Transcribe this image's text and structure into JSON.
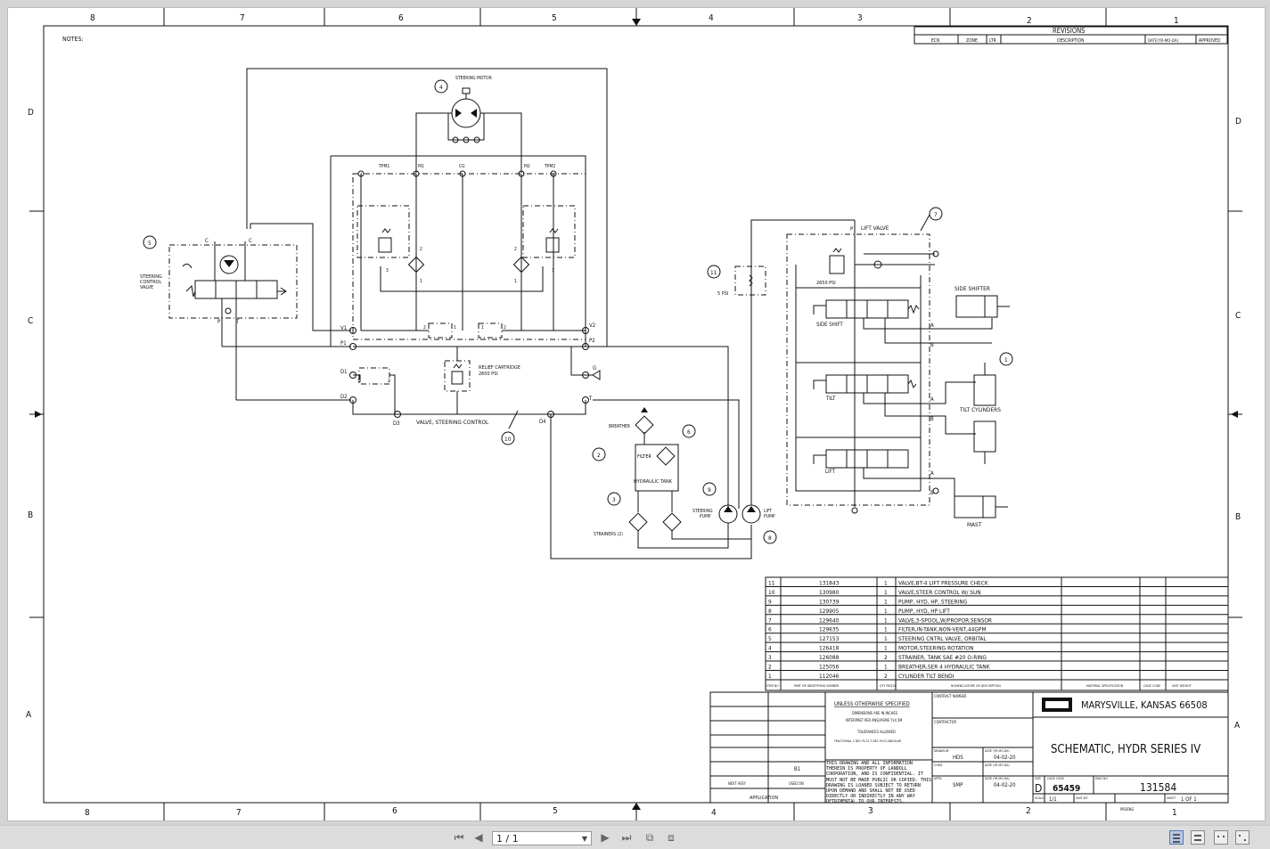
{
  "viewer": {
    "page_indicator": "1 / 1",
    "buttons": [
      "first-page",
      "previous-page",
      "next-page",
      "last-page",
      "fit-width",
      "fit-page"
    ],
    "view_modes": [
      "single-page",
      "continuous",
      "two-page",
      "two-page-continuous"
    ]
  },
  "drawing": {
    "notes_label": "NOTES:",
    "zone_top": [
      "8",
      "7",
      "6",
      "5",
      "4",
      "3",
      "2",
      "1"
    ],
    "zone_side": [
      "D",
      "C",
      "B",
      "A"
    ],
    "revisions": {
      "title": "REVISIONS",
      "headers": [
        "ECN",
        "ZONE",
        "LTR",
        "DESCRIPTION",
        "DATE(YR-MO-DA)",
        "APPROVED"
      ]
    },
    "labels": {
      "steering_motor": "STEERING MOTOR",
      "steering_control_valve": "STEERING\nCONTROL\nVALVE",
      "tpm1": "TPM1",
      "m1": "M1",
      "cg": "CG",
      "m2": "M2",
      "tpm2": "TPM2",
      "v1": "V1",
      "p1": "P1",
      "d1": "D1",
      "d2": "D2",
      "d3": "D3",
      "d4": "D4",
      "v2": "V2",
      "p2": "P2",
      "g": "G",
      "t": "T",
      "relief": "RELIEF CARTRIDGE",
      "relief_psi": "2600 PSI",
      "valve_steering_control": "VALVE, STEERING CONTROL",
      "breather": "BREATHER",
      "filter": "FILTER",
      "hydraulic_tank": "HYDRAULIC TANK",
      "strainers": "STRAINERS (2)",
      "steering_pump": "STEERING\nPUMP",
      "lift_pump": "LIFT\nPUMP",
      "five_psi": "5 PSI",
      "lift_valve": "LIFT VALVE",
      "psi_2650": "2650 PSI",
      "side_shift": "SIDE SHIFT",
      "tilt": "TILT",
      "lift": "LIFT",
      "side_shifter": "SIDE SHIFTER",
      "tilt_cylinders": "TILT CYLINDERS",
      "mast": "MAST",
      "a": "A",
      "b": "B",
      "c": "C",
      "p": "P"
    },
    "callouts": [
      "1",
      "2",
      "3",
      "4",
      "5",
      "6",
      "7",
      "8",
      "9",
      "10",
      "11"
    ],
    "bom": {
      "rows": [
        {
          "item": "11",
          "part": "131843",
          "qty": "1",
          "desc": "VALVE,BT-4 LIFT PRESSURE CHECK"
        },
        {
          "item": "10",
          "part": "130980",
          "qty": "1",
          "desc": "VALVE,STEER CONTROL W/ SUN"
        },
        {
          "item": "9",
          "part": "130739",
          "qty": "1",
          "desc": "PUMP, HYD, HP, STEERING"
        },
        {
          "item": "8",
          "part": "129905",
          "qty": "1",
          "desc": "PUMP, HYD, HP LIFT"
        },
        {
          "item": "7",
          "part": "129640",
          "qty": "1",
          "desc": "VALVE,3-SPOOL,W/PROPOR.SENSOR"
        },
        {
          "item": "6",
          "part": "129635",
          "qty": "1",
          "desc": "FILTER,IN-TANK,NON-VENT,44GPM"
        },
        {
          "item": "5",
          "part": "127153",
          "qty": "1",
          "desc": "STEERING CNTRL VALVE, ORBITAL"
        },
        {
          "item": "4",
          "part": "126418",
          "qty": "1",
          "desc": "MOTOR,STEERING ROTATION"
        },
        {
          "item": "3",
          "part": "126088",
          "qty": "2",
          "desc": "STRAINER, TANK SAE #20 O-RING"
        },
        {
          "item": "2",
          "part": "125056",
          "qty": "1",
          "desc": "BREATHER,SER 4 HYDRAULIC TANK"
        },
        {
          "item": "1",
          "part": "112046",
          "qty": "2",
          "desc": "CYLINDER TILT BENDI"
        }
      ],
      "headers": [
        "ITEM NO",
        "PART OR IDENTIFYING NUMBER",
        "QTY REQ'D",
        "NOMENCLATURE OR DESCRIPTION",
        "MATERIAL SPECIFICATION",
        "CAGE CODE",
        "UNIT WEIGHT"
      ]
    },
    "title_block": {
      "unless": "UNLESS OTHERWISE SPECIFIED",
      "dims": "DIMENSIONS ARE IN INCHES",
      "interpret": "INTERPRET PER ANSI/ASME Y14.5M",
      "tolerances": "TOLERANCES ALLOWED",
      "tol_detail": "FRACTIONAL  2 DEC PLCS  3 DEC PLCS  ANGULAR",
      "confidential": "THIS DRAWING AND ALL INFORMATION THEREIN IS PROPERTY OF LANDOLL CORPORATION, AND IS CONFIDENTIAL. IT MUST NOT BE MADE PUBLIC OR COPIED. THIS DRAWING IS LOANED SUBJECT TO RETURN UPON DEMAND AND SHALL NOT BE USED DIRECTLY OR INDIRECTLY IN ANY WAY DETRIMENTAL TO OUR INTERESTS.",
      "contract_number": "CONTRACT NUMBER",
      "contractor": "CONTRACTOR",
      "drawn_by": "DRAWN BY",
      "drawn_name": "HDS",
      "checked": "CHKD.",
      "date_label": "DATE (YR-MO-DA)",
      "drawn_date": "04-02-20",
      "appd": "APPD.",
      "appd_name": "SMP",
      "appd_date": "04-02-20",
      "company": "MARYSVILLE, KANSAS  66508",
      "title": "SCHEMATIC, HYDR SERIES IV",
      "size_label": "SIZE",
      "size": "D",
      "cage_label": "CAGE CODE",
      "cage": "65459",
      "dwg_label": "DWG NO",
      "dwg": "131584",
      "scale_label": "SCALE",
      "scale": "1/1",
      "unit_wt": "UNIT WT.",
      "sheet": "SHEET",
      "sheet_val": "1  OF  1",
      "proeng": "PROENG",
      "next_assy": "NEXT ASSY",
      "used_on": "USED ON",
      "application": "APPLICATION",
      "b1": "B1"
    }
  }
}
